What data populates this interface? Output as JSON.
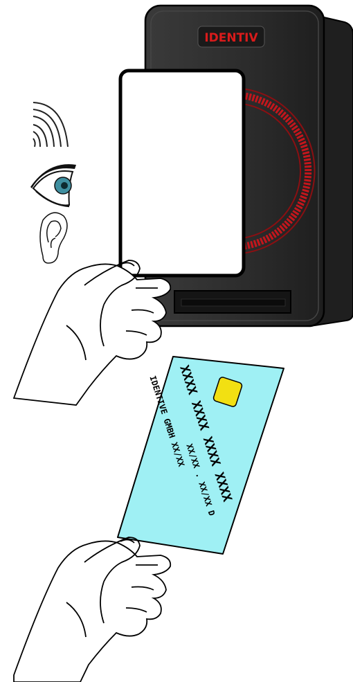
{
  "reader": {
    "brand": "IDENTIV",
    "colors": {
      "body": "#2c2c2c",
      "body_side": "#232323",
      "logo_red": "#d91b1b",
      "antenna_red": "#c4161c"
    }
  },
  "feedback_icons": {
    "sound": "sound-waves-icon",
    "visual": "eye-icon",
    "audio": "ear-icon",
    "colors": {
      "iris": "#3f8fa0"
    }
  },
  "contactless_card": {
    "color": "#ffffff"
  },
  "contact_card": {
    "color": "#9ff0f4",
    "chip_color": "#f2e012",
    "number_line_1": "XXXX XXXX XXXX XXXX",
    "expiry_line": "XX/XX . XX/XX   D",
    "issuer_line": "IDENTIVE GMBH XX/XX"
  },
  "hands": {
    "stroke": "#000000"
  }
}
